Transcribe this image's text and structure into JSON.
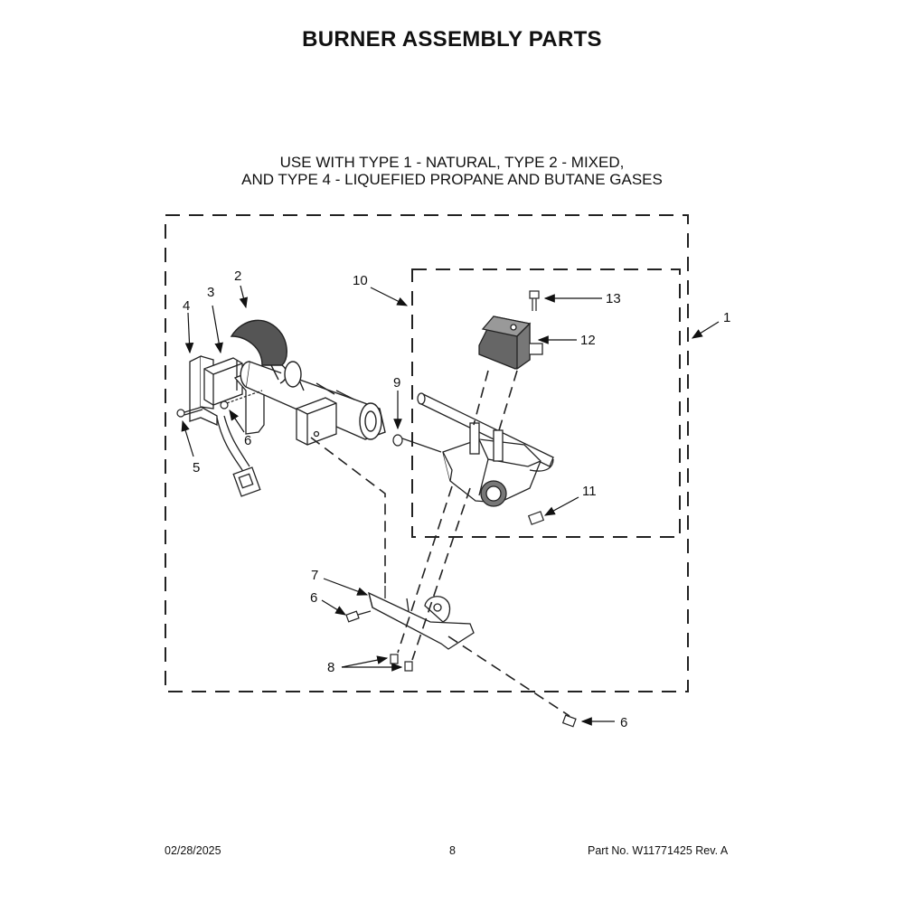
{
  "header": {
    "title": "BURNER ASSEMBLY PARTS",
    "subtitle_line1": "USE WITH TYPE 1 - NATURAL, TYPE 2 - MIXED,",
    "subtitle_line2": "AND TYPE 4 - LIQUEFIED PROPANE AND BUTANE GASES"
  },
  "callouts": {
    "c1": "1",
    "c2": "2",
    "c3": "3",
    "c4": "4",
    "c5": "5",
    "c6a": "6",
    "c6b": "6",
    "c6c": "6",
    "c7": "7",
    "c8": "8",
    "c9": "9",
    "c10": "10",
    "c11": "11",
    "c12": "12",
    "c13": "13"
  },
  "footer": {
    "date": "02/28/2025",
    "page": "8",
    "part": "Part No.  W11771425  Rev.  A"
  }
}
